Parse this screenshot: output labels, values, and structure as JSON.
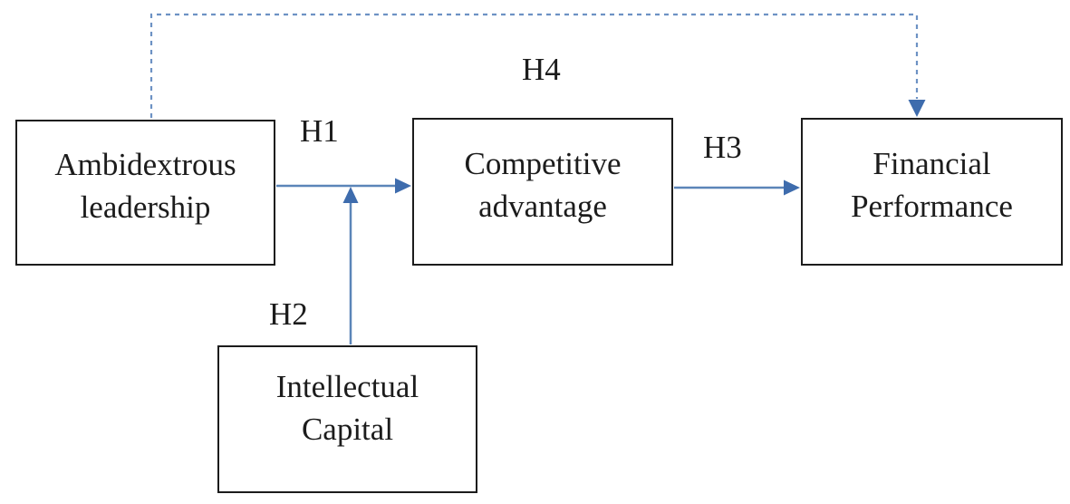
{
  "colors": {
    "background": "#ffffff",
    "box_border": "#1c1c1c",
    "text": "#1c1c1c",
    "arrow_line": "#5b85b8",
    "arrow_head": "#3e6cad",
    "dashed_line": "#6d92c4"
  },
  "diagram": {
    "type": "hypothesis-model",
    "nodes": [
      {
        "id": "ambidextrous-leadership",
        "lines": [
          "Ambidextrous",
          "leadership"
        ]
      },
      {
        "id": "competitive-advantage",
        "lines": [
          "Competitive",
          "advantage"
        ]
      },
      {
        "id": "financial-performance",
        "lines": [
          "Financial",
          "Performance"
        ]
      },
      {
        "id": "intellectual-capital",
        "lines": [
          "Intellectual",
          "Capital"
        ]
      }
    ],
    "edges": [
      {
        "id": "h1",
        "label": "H1",
        "from": "ambidextrous-leadership",
        "to": "competitive-advantage",
        "style": "solid"
      },
      {
        "id": "h2",
        "label": "H2",
        "from": "intellectual-capital",
        "to": "h1-path-junction",
        "style": "solid"
      },
      {
        "id": "h3",
        "label": "H3",
        "from": "competitive-advantage",
        "to": "financial-performance",
        "style": "solid"
      },
      {
        "id": "h4",
        "label": "H4",
        "from": "ambidextrous-leadership",
        "to": "financial-performance",
        "style": "dashed"
      }
    ]
  }
}
